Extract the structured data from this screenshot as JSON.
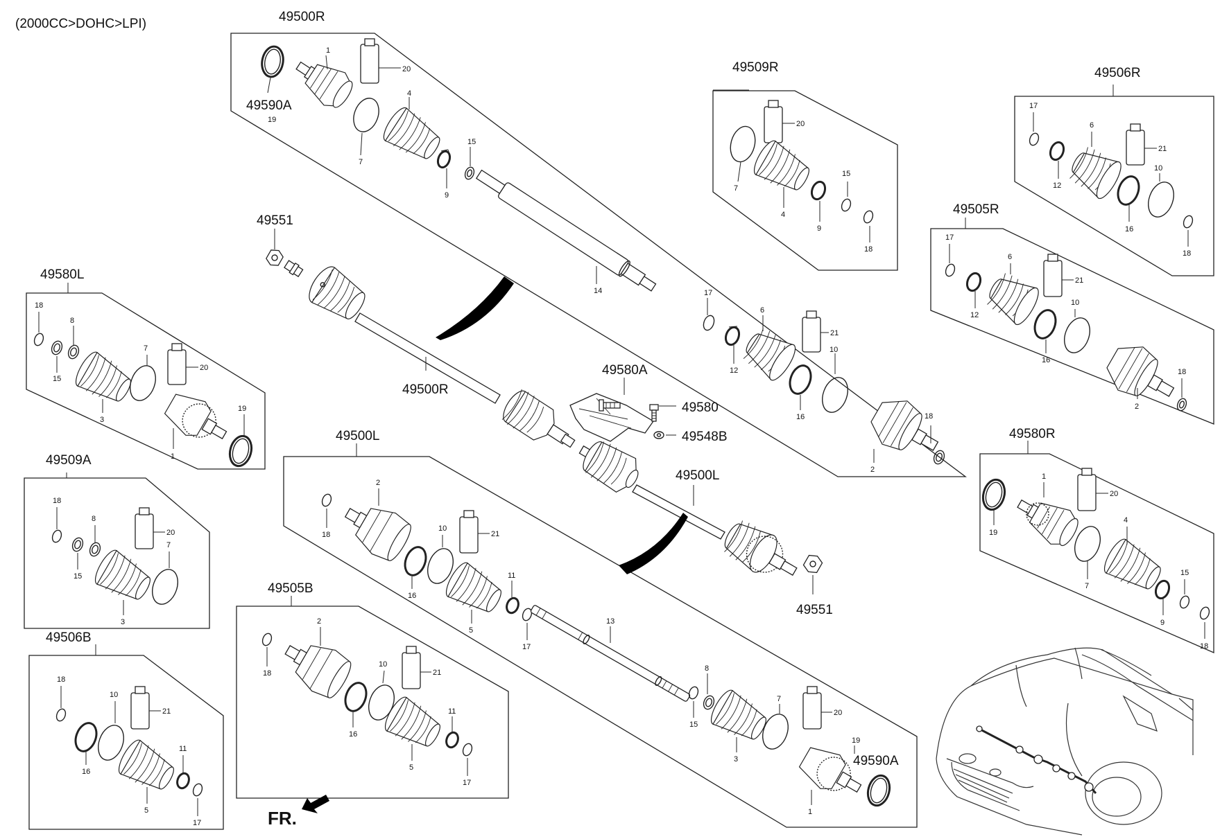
{
  "header": "(2000CC>DOHC>LPI)",
  "orientation_label": "FR.",
  "colors": {
    "line": "#222222",
    "background": "#ffffff"
  },
  "numbers": [
    "1",
    "2",
    "3",
    "4",
    "5",
    "6",
    "7",
    "8",
    "9",
    "10",
    "11",
    "12",
    "13",
    "14",
    "15",
    "16",
    "17",
    "18",
    "19",
    "20",
    "21"
  ],
  "codes": {
    "c_49500R": "49500R",
    "c_49509R": "49509R",
    "c_49506R": "49506R",
    "c_49505R": "49505R",
    "c_49580R": "49580R",
    "c_49580L": "49580L",
    "c_49509A": "49509A",
    "c_49506B": "49506B",
    "c_49505B": "49505B",
    "c_49500L": "49500L",
    "c_49551": "49551",
    "c_49580A": "49580A",
    "c_49580": "49580",
    "c_49548B": "49548B",
    "c_49590A": "49590A"
  }
}
